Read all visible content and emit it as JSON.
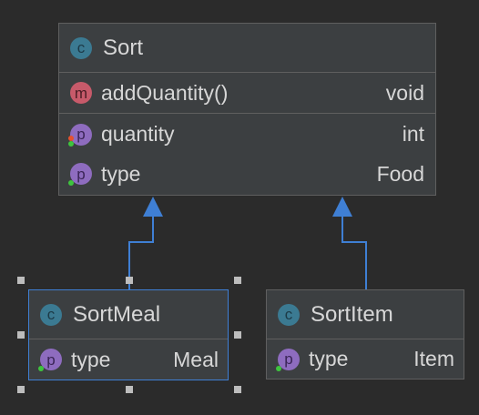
{
  "diagram": {
    "classes": {
      "sort": {
        "name": "Sort",
        "badge": "c",
        "methods": [
          {
            "badge": "m",
            "name": "addQuantity()",
            "type": "void"
          }
        ],
        "properties": [
          {
            "badge": "p",
            "name": "quantity",
            "type": "int"
          },
          {
            "badge": "p",
            "name": "type",
            "type": "Food"
          }
        ]
      },
      "sort_meal": {
        "name": "SortMeal",
        "badge": "c",
        "properties": [
          {
            "badge": "p",
            "name": "type",
            "type": "Meal"
          }
        ]
      },
      "sort_item": {
        "name": "SortItem",
        "badge": "c",
        "properties": [
          {
            "badge": "p",
            "name": "type",
            "type": "Item"
          }
        ]
      }
    },
    "colors": {
      "background": "#2b2b2b",
      "box_fill": "#3c3f41",
      "box_border": "#5f5f5f",
      "selection": "#3f7fd4",
      "arrow": "#3f7fd4",
      "class_icon": "#3b7a92",
      "method_icon": "#c75a6a",
      "property_icon": "#8e6cbf"
    },
    "selected_class": "SortMeal"
  }
}
